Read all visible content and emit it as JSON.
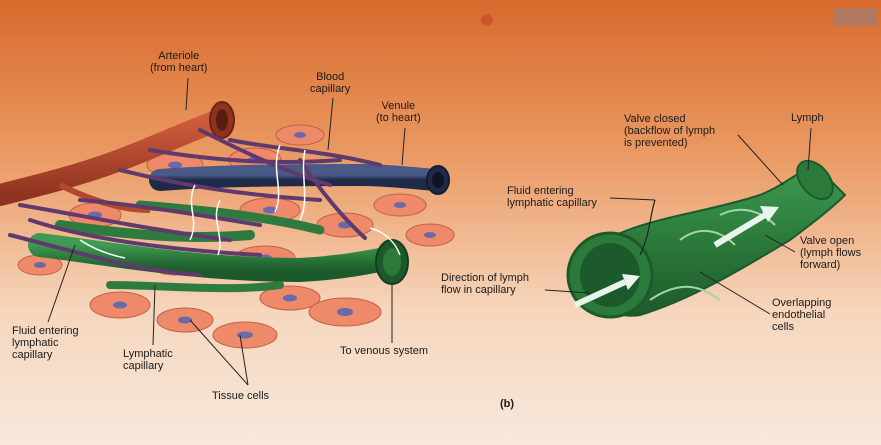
{
  "labels": {
    "arteriole": "Arteriole\n(from heart)",
    "blood_capillary": "Blood\ncapillary",
    "venule": "Venule\n(to heart)",
    "fluid_entering_left": "Fluid entering\nlymphatic\ncapillary",
    "lymphatic_capillary": "Lymphatic\ncapillary",
    "tissue_cells": "Tissue cells",
    "to_venous_system": "To venous system",
    "direction_of_flow": "Direction of lymph\nflow in capillary",
    "fluid_entering_right": "Fluid entering\nlymphatic capillary",
    "valve_closed": "Valve closed\n(backflow of lymph\nis prevented)",
    "lymph": "Lymph",
    "valve_open": "Valve open\n(lymph flows\nforward)",
    "overlapping_cells": "Overlapping\nendothelial\ncells",
    "panel_letter": "(b)"
  },
  "colors": {
    "arteriole": "#b4472c",
    "venule": "#2f3d63",
    "capillary": "#5e3a6e",
    "lymphatic": "#2f7a3e",
    "tissue_cell": "#ee8a6a",
    "nucleus": "#6a6aa8"
  }
}
